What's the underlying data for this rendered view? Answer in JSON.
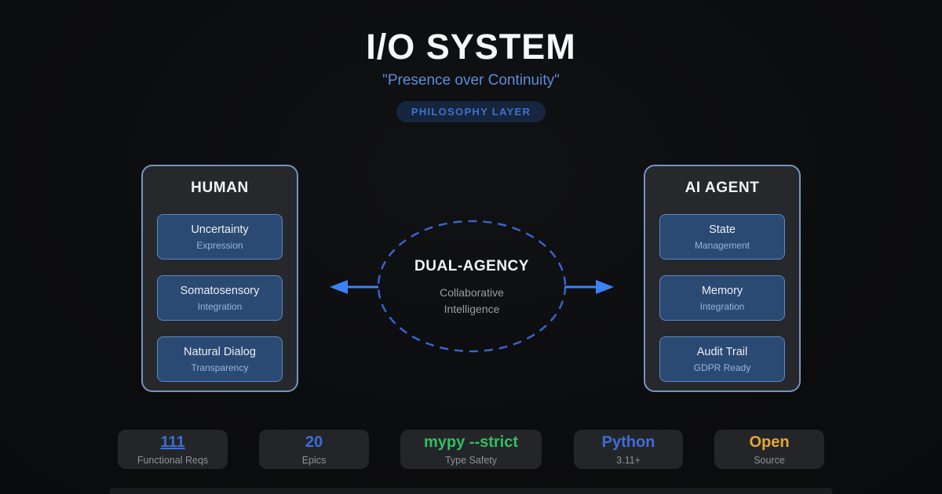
{
  "header": {
    "title": "I/O SYSTEM",
    "subtitle": "\"Presence over Continuity\"",
    "badge": "PHILOSOPHY LAYER"
  },
  "panels": {
    "human": {
      "title": "HUMAN",
      "items": [
        {
          "title": "Uncertainty",
          "subtitle": "Expression"
        },
        {
          "title": "Somatosensory",
          "subtitle": "Integration"
        },
        {
          "title": "Natural Dialog",
          "subtitle": "Transparency"
        }
      ]
    },
    "ai": {
      "title": "AI AGENT",
      "items": [
        {
          "title": "State",
          "subtitle": "Management"
        },
        {
          "title": "Memory",
          "subtitle": "Integration"
        },
        {
          "title": "Audit Trail",
          "subtitle": "GDPR Ready"
        }
      ]
    }
  },
  "center": {
    "title": "DUAL-AGENCY",
    "line1": "Collaborative",
    "line2": "Intelligence"
  },
  "stats": [
    {
      "value": "111",
      "label": "Functional Reqs",
      "color": "#3f6cd8"
    },
    {
      "value": "20",
      "label": "Epics",
      "color": "#3f6cd8"
    },
    {
      "value": "mypy --strict",
      "label": "Type Safety",
      "color": "#34bd64"
    },
    {
      "value": "Python",
      "label": "3.11+",
      "color": "#3f6cd8"
    },
    {
      "value": "Open",
      "label": "Source",
      "color": "#e7a43a"
    }
  ],
  "colors": {
    "background": "#0c0d0f",
    "panel_bg": "#26282b",
    "panel_border": "#7494c2",
    "card_bg": "#2b4a73",
    "card_border": "#5b87c7",
    "card_subtext": "#93b6e3",
    "accent_blue": "#3b82f6",
    "ellipse_stroke": "#3a63cf",
    "subtitle_blue": "#5b8cd8",
    "badge_bg": "#16263f",
    "badge_text": "#3f73c9",
    "stat_green": "#34bd64",
    "stat_amber": "#e7a43a",
    "muted_gray": "#8e9298"
  }
}
